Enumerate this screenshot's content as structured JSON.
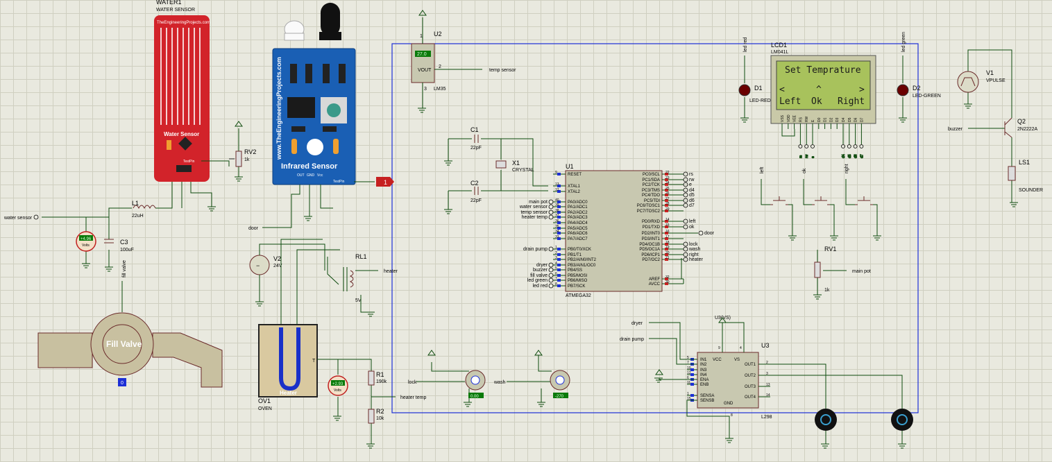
{
  "water_sensor": {
    "ref": "WATER1",
    "model": "WATER SENSOR",
    "brand": "TheEngineeringProjects.com",
    "title": "Water Sensor",
    "test_pin": "TestPin"
  },
  "ir_sensor": {
    "site": "www.TheEngineeringProjects.com",
    "title": "Infrared Sensor",
    "pins": [
      "OUT",
      "GND",
      "Vcc"
    ],
    "test_pin": "TestPin"
  },
  "rv2": {
    "ref": "RV2",
    "value": "1k"
  },
  "l1": {
    "ref": "L1",
    "value": "22uH"
  },
  "c3": {
    "ref": "C3",
    "value": "100uF"
  },
  "vm1": {
    "reading": "+4.96",
    "unit": "Volts"
  },
  "vm2": {
    "reading": "+2.93",
    "unit": "Volts"
  },
  "u2": {
    "ref": "U2",
    "model": "LM35",
    "reading": "27.0",
    "vout": "VOUT",
    "pins": [
      "1",
      "2",
      "3"
    ]
  },
  "labels": {
    "water_sensor": "water sensor",
    "temp_sensor": "temp sensor",
    "door": "door",
    "fill_valve": "fill valve",
    "heater": "heater",
    "heater_temp": "heater temp",
    "lock": "lock",
    "wash": "wash",
    "dryer": "dryer",
    "drain_pump": "drain pump",
    "buzzer": "buzzer",
    "main_pot": "main pot",
    "led_red": "led red",
    "led_green": "led green",
    "left": "left",
    "ok": "ok",
    "right": "right"
  },
  "fill_valve": {
    "title": "Fill Valve",
    "reading": "0"
  },
  "v2": {
    "ref": "V2",
    "value": "24V"
  },
  "rl1": {
    "ref": "RL1",
    "value": "5V"
  },
  "oven": {
    "ref": "OV1",
    "model": "OVEN",
    "title": "Heater",
    "t": "T"
  },
  "r1": {
    "ref": "R1",
    "value": "190k"
  },
  "r2": {
    "ref": "R2",
    "value": "10k"
  },
  "c1": {
    "ref": "C1",
    "value": "22pF"
  },
  "c2": {
    "ref": "C2",
    "value": "22pF"
  },
  "x1": {
    "ref": "X1",
    "model": "CRYSTAL"
  },
  "u1": {
    "ref": "U1",
    "model": "ATMEGA32",
    "left_pins": [
      {
        "n": "9",
        "name": "RESET"
      },
      {
        "n": "13",
        "name": "XTAL1"
      },
      {
        "n": "12",
        "name": "XTAL2"
      },
      {
        "n": "40",
        "name": "PA0/ADC0"
      },
      {
        "n": "39",
        "name": "PA1/ADC1"
      },
      {
        "n": "38",
        "name": "PA2/ADC2"
      },
      {
        "n": "37",
        "name": "PA3/ADC3"
      },
      {
        "n": "36",
        "name": "PA4/ADC4"
      },
      {
        "n": "35",
        "name": "PA5/ADC5"
      },
      {
        "n": "34",
        "name": "PA6/ADC6"
      },
      {
        "n": "33",
        "name": "PA7/ADC7"
      },
      {
        "n": "1",
        "name": "PB0/T0/XCK"
      },
      {
        "n": "2",
        "name": "PB1/T1"
      },
      {
        "n": "3",
        "name": "PB2/AIN0/INT2"
      },
      {
        "n": "4",
        "name": "PB3/AIN1/OC0"
      },
      {
        "n": "5",
        "name": "PB4/SS"
      },
      {
        "n": "6",
        "name": "PB5/MOSI"
      },
      {
        "n": "7",
        "name": "PB6/MISO"
      },
      {
        "n": "8",
        "name": "PB7/SCK"
      }
    ],
    "right_pins": [
      {
        "n": "22",
        "name": "PC0/SCL"
      },
      {
        "n": "23",
        "name": "PC1/SDA"
      },
      {
        "n": "24",
        "name": "PC2/TCK"
      },
      {
        "n": "25",
        "name": "PC3/TMS"
      },
      {
        "n": "26",
        "name": "PC4/TDO"
      },
      {
        "n": "27",
        "name": "PC5/TDI"
      },
      {
        "n": "28",
        "name": "PC6/TOSC1"
      },
      {
        "n": "29",
        "name": "PC7/TOSC2"
      },
      {
        "n": "14",
        "name": "PD0/RXD"
      },
      {
        "n": "15",
        "name": "PD1/TXD"
      },
      {
        "n": "16",
        "name": "PD2/INT0"
      },
      {
        "n": "17",
        "name": "PD3/INT1"
      },
      {
        "n": "18",
        "name": "PD4/OC1B"
      },
      {
        "n": "19",
        "name": "PD5/OC1A"
      },
      {
        "n": "20",
        "name": "PD6/ICP1"
      },
      {
        "n": "21",
        "name": "PD7/OC2"
      },
      {
        "n": "32",
        "name": "AREF"
      },
      {
        "n": "30",
        "name": "AVCC"
      }
    ],
    "left_nets": [
      "main pot",
      "water sensor",
      "temp sensor",
      "heater temp",
      "drain pump",
      "dryer",
      "buzzer",
      "fill valve",
      "led green",
      "led red"
    ],
    "right_nets": [
      "rs",
      "rw",
      "e",
      "d4",
      "d5",
      "d6",
      "d7",
      "left",
      "ok",
      "door",
      "lock",
      "wash",
      "right",
      "heater"
    ]
  },
  "motor1": {
    "reading": "0.00"
  },
  "motor2": {
    "reading": "-270"
  },
  "lcd": {
    "ref": "LCD1",
    "model": "LM041L",
    "line1": "Set Temprature",
    "line2_left": "<",
    "line2_mid": "^",
    "line2_right": ">",
    "line3_left": "Left",
    "line3_mid": "Ok",
    "line3_right": "Right",
    "pins": [
      "VSS",
      "VDD",
      "VEE",
      "RS",
      "RW",
      "E",
      "D0",
      "D1",
      "D2",
      "D3",
      "D4",
      "D5",
      "D6",
      "D7"
    ],
    "nets": [
      "rs",
      "rw",
      "e",
      "d4",
      "d5",
      "d6",
      "d7"
    ]
  },
  "d1": {
    "ref": "D1",
    "model": "LED-RED"
  },
  "d2": {
    "ref": "D2",
    "model": "LED-GREEN"
  },
  "v1": {
    "ref": "V1",
    "model": "VPULSE"
  },
  "q2": {
    "ref": "Q2",
    "model": "2N2222A"
  },
  "ls1": {
    "ref": "LS1",
    "model": "SOUNDER"
  },
  "rv1": {
    "ref": "RV1",
    "value": "1k"
  },
  "u3": {
    "ref": "U3",
    "model": "L298",
    "vs_label": "U3(VS)",
    "left": [
      "IN1",
      "IN2",
      "IN3",
      "IN4",
      "ENA",
      "ENB",
      "SENSA",
      "SENSB"
    ],
    "left_nums": [
      "5",
      "7",
      "10",
      "12",
      "6",
      "11",
      "1",
      "15"
    ],
    "right": [
      "OUT1",
      "OUT2",
      "OUT3",
      "OUT4"
    ],
    "right_nums": [
      "2",
      "3",
      "13",
      "14"
    ],
    "top": [
      "VCC",
      "VS"
    ],
    "top_nums": [
      "9",
      "4"
    ],
    "gnd": "GND",
    "gnd_num": "8"
  },
  "ir_tag": "1"
}
